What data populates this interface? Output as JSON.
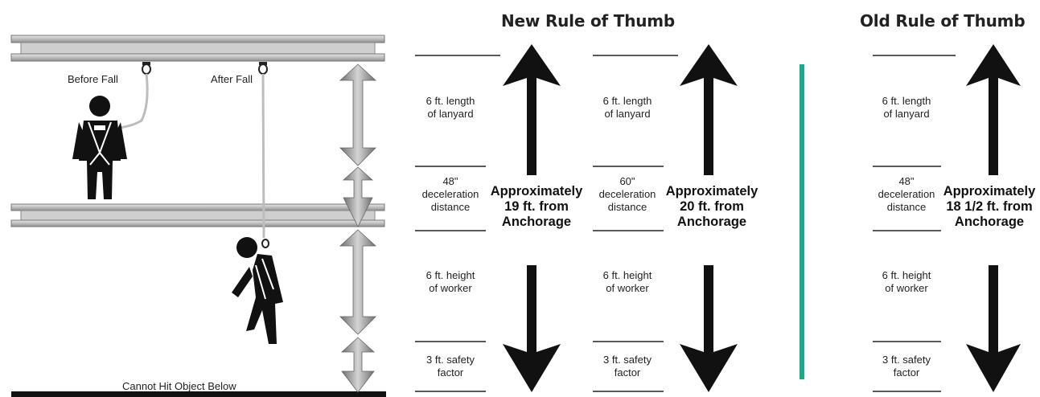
{
  "titles": {
    "new_rule": "New Rule of Thumb",
    "old_rule": "Old Rule of Thumb"
  },
  "illustration": {
    "before_fall": "Before Fall",
    "after_fall": "After Fall",
    "bottom_label": "Cannot Hit Object Below"
  },
  "columns": [
    {
      "lanyard": "6 ft. length\nof lanyard",
      "deceleration": "48\"\ndeceleration\ndistance",
      "worker": "6 ft. height\nof worker",
      "safety": "3 ft. safety\nfactor",
      "total": "Approximately\n19 ft. from\nAnchorage"
    },
    {
      "lanyard": "6 ft. length\nof lanyard",
      "deceleration": "60\"\ndeceleration\ndistance",
      "worker": "6 ft. height\nof worker",
      "safety": "3 ft. safety\nfactor",
      "total": "Approximately\n20 ft. from\nAnchorage"
    },
    {
      "lanyard": "6 ft. length\nof lanyard",
      "deceleration": "48\"\ndeceleration\ndistance",
      "worker": "6 ft. height\nof worker",
      "safety": "3 ft. safety\nfactor",
      "total": "Approximately\n18 1/2 ft. from\nAnchorage"
    }
  ],
  "colors": {
    "divider": "#1aa98a",
    "beam": "#b9b9b9",
    "ink": "#111111"
  }
}
